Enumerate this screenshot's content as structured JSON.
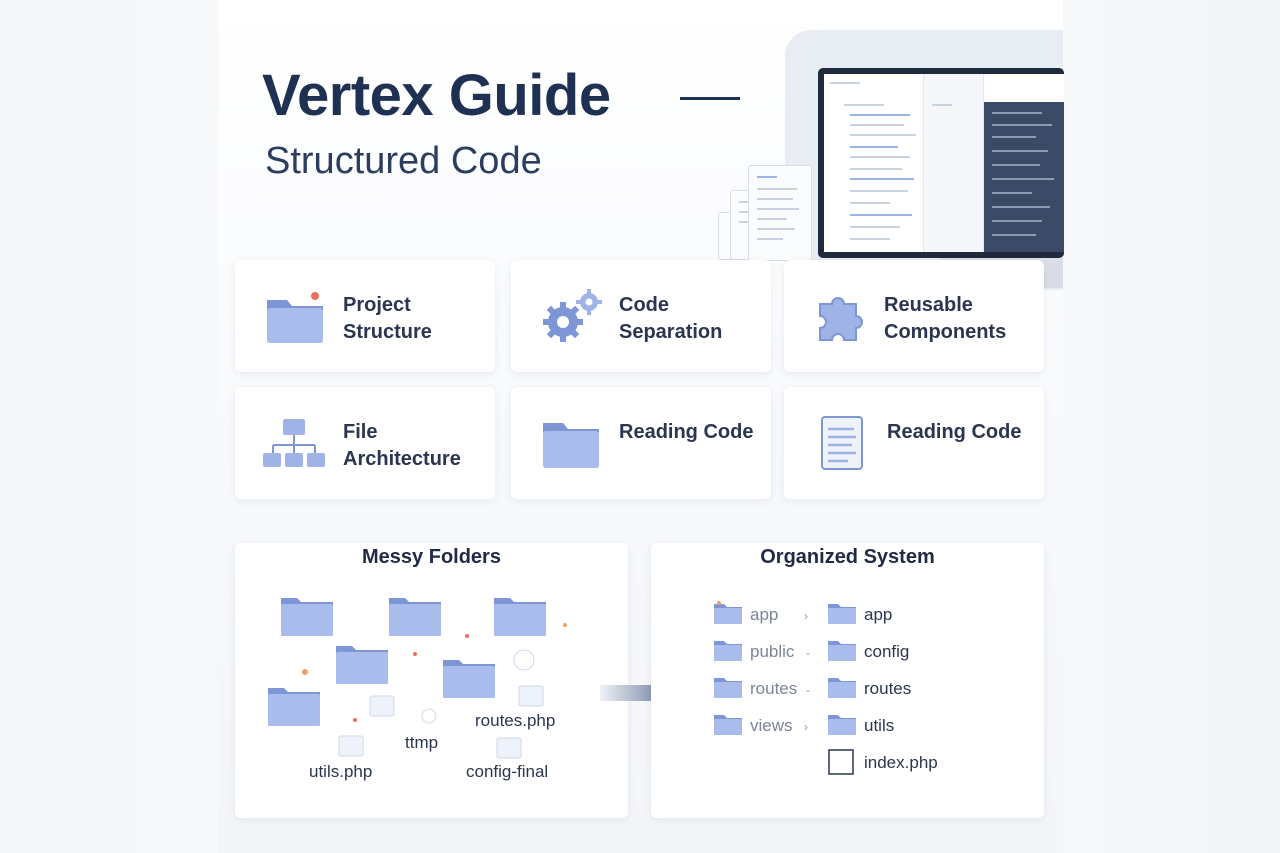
{
  "header": {
    "title": "Vertex Guide",
    "subtitle": "Structured Code"
  },
  "cards": [
    {
      "label": "Project Structure",
      "icon": "folder-icon"
    },
    {
      "label": "Code Separation",
      "icon": "gears-icon"
    },
    {
      "label": "Reusable Components",
      "icon": "puzzle-icon"
    },
    {
      "label": "File Architecture",
      "icon": "folder-tree-icon"
    },
    {
      "label": "Reading Code",
      "icon": "folder-icon"
    },
    {
      "label": "Reading Code",
      "icon": "document-icon"
    }
  ],
  "messy": {
    "title": "Messy Folders",
    "files": [
      "routes.php",
      "ttmp",
      "utils.php",
      "config-final"
    ]
  },
  "organized": {
    "title": "Organized System",
    "left": [
      "app",
      "public",
      "routes",
      "views"
    ],
    "right": [
      "app",
      "config",
      "routes",
      "utils",
      "index.php"
    ]
  },
  "colors": {
    "title": "#1f3152",
    "folder": "#9fb3e6",
    "folder_tab": "#7f96d6"
  }
}
